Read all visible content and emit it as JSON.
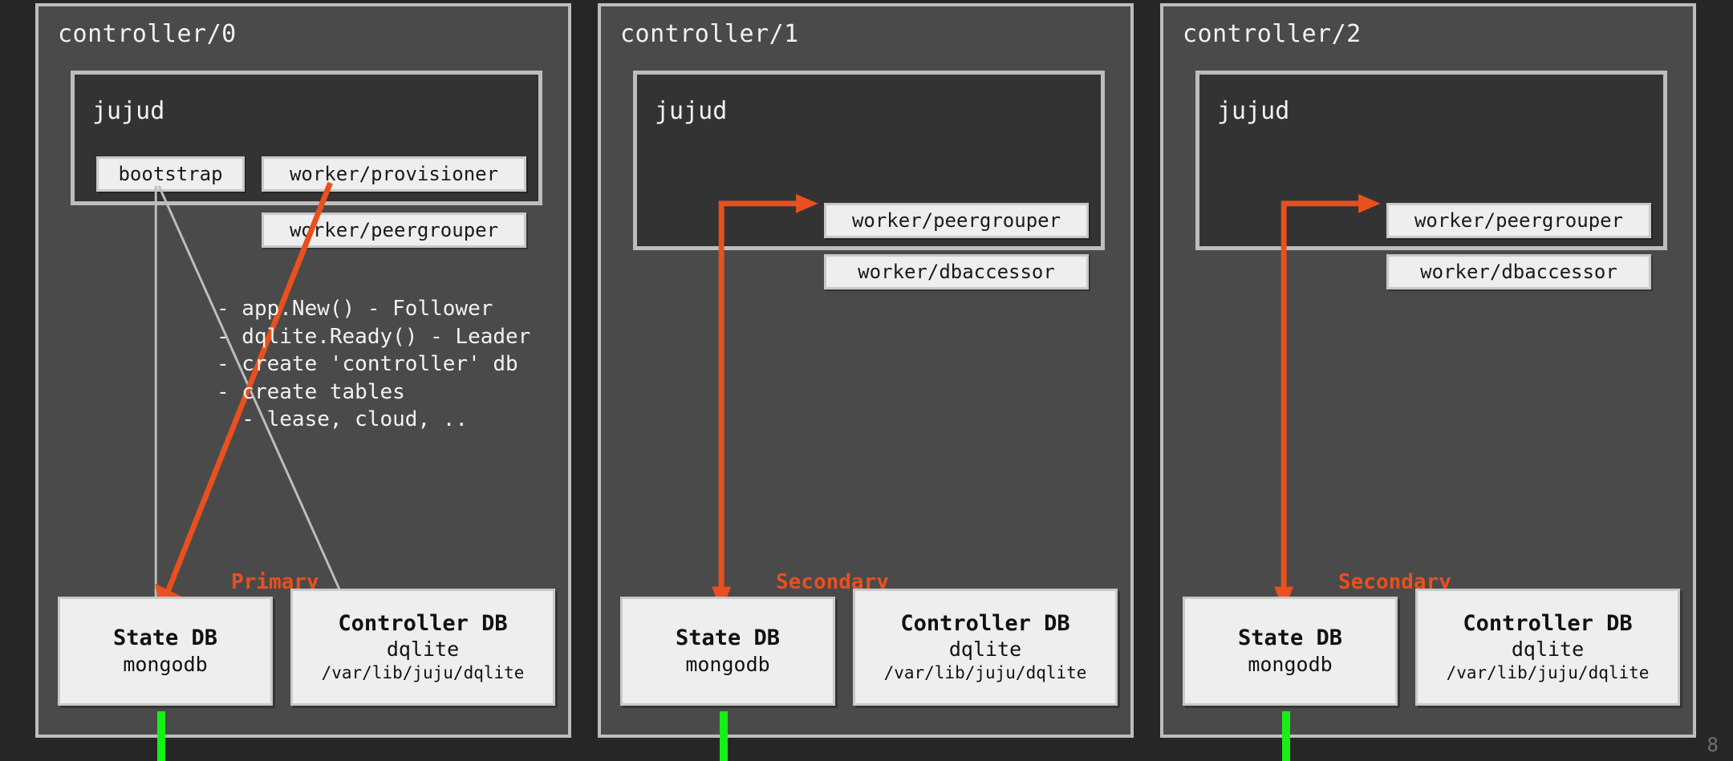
{
  "slide": {
    "page_number": "8",
    "background_color": "#262626",
    "panel_color": "#4a4a4a",
    "accent_color": "#e8501e",
    "link_color": "#16f016"
  },
  "controllers": [
    {
      "title": "controller/0",
      "jujud": {
        "title": "jujud",
        "chips": [
          {
            "label": "bootstrap"
          },
          {
            "label": "worker/provisioner"
          },
          {
            "label": "worker/peergrouper"
          }
        ]
      },
      "note_lines": [
        "- app.New() - Follower",
        "- dqlite.Ready() - Leader",
        "- create 'controller' db",
        "- create tables",
        "  - lease, cloud, .."
      ],
      "role_label": "Primary",
      "databases": [
        {
          "name": "State DB",
          "engine": "mongodb",
          "path": ""
        },
        {
          "name": "Controller DB",
          "engine": "dqlite",
          "path": "/var/lib/juju/dqlite"
        }
      ]
    },
    {
      "title": "controller/1",
      "jujud": {
        "title": "jujud",
        "chips": [
          {
            "label": "worker/peergrouper"
          },
          {
            "label": "worker/dbaccessor"
          }
        ]
      },
      "role_label": "Secondary",
      "databases": [
        {
          "name": "State DB",
          "engine": "mongodb",
          "path": ""
        },
        {
          "name": "Controller DB",
          "engine": "dqlite",
          "path": "/var/lib/juju/dqlite"
        }
      ]
    },
    {
      "title": "controller/2",
      "jujud": {
        "title": "jujud",
        "chips": [
          {
            "label": "worker/peergrouper"
          },
          {
            "label": "worker/dbaccessor"
          }
        ]
      },
      "role_label": "Secondary",
      "databases": [
        {
          "name": "State DB",
          "engine": "mongodb",
          "path": ""
        },
        {
          "name": "Controller DB",
          "engine": "dqlite",
          "path": "/var/lib/juju/dqlite"
        }
      ]
    }
  ]
}
